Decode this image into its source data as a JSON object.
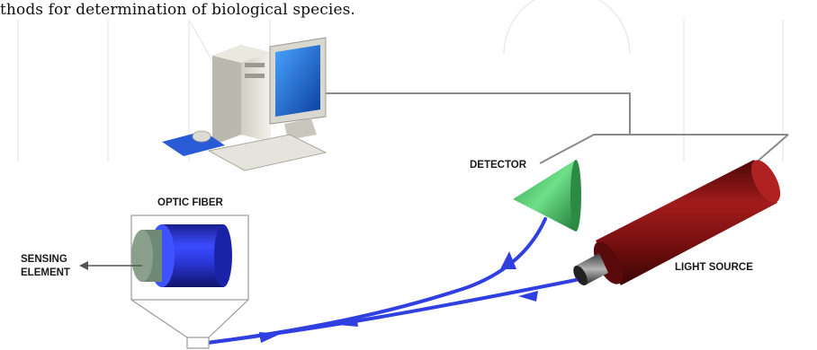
{
  "caption": "thods for determination of biological species.",
  "labels": {
    "detector": "DETECTOR",
    "optic_fiber": "OPTIC FIBER",
    "sensing_element_line1": "SENSING",
    "sensing_element_line2": "ELEMENT",
    "light_source": "LIGHT SOURCE"
  },
  "colors": {
    "fiber_blue": "#2f3fe0",
    "detector_green": "#4cc466",
    "light_source_red": "#8a1414",
    "monitor_screen": "#1f6bd6",
    "wire_gray": "#8a8a8a"
  }
}
